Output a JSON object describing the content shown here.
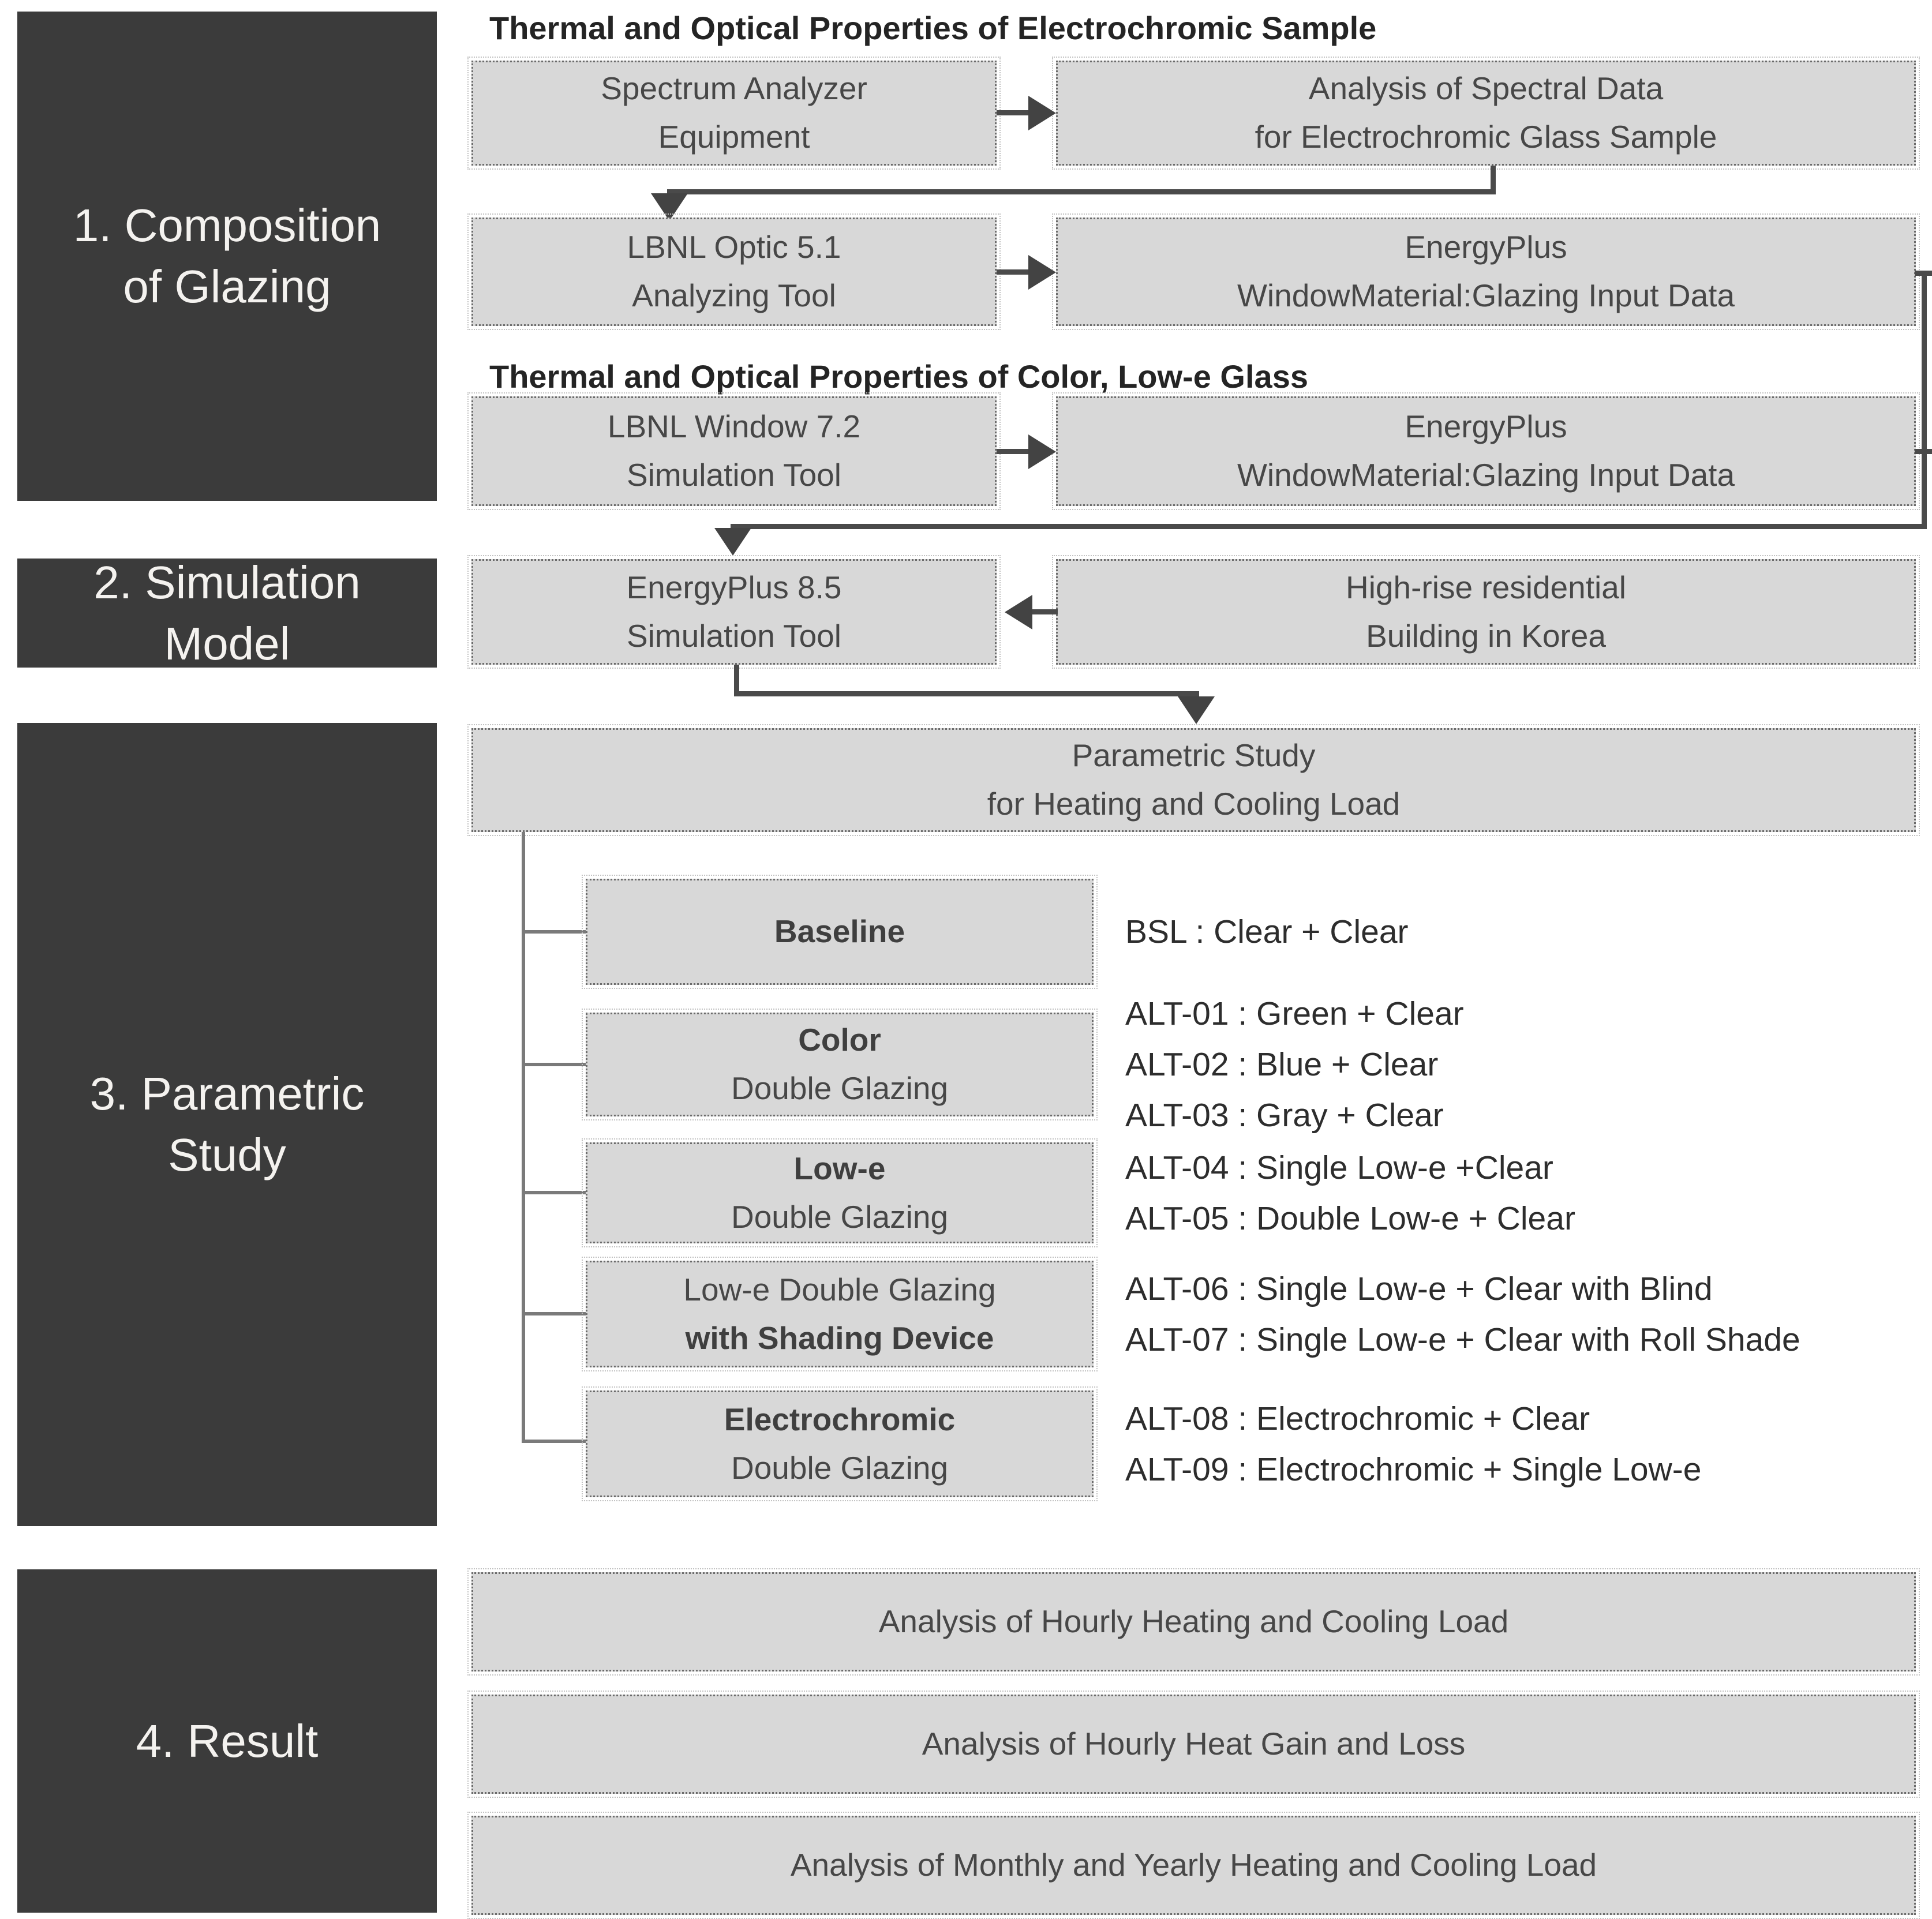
{
  "colors": {
    "sidebar_bg": "#3b3b3b",
    "box_fill": "#d8d8d8",
    "connector": "#4a4a4a"
  },
  "sidebar": {
    "steps": [
      [
        "1. Composition",
        "of Glazing"
      ],
      [
        "2. Simulation",
        "Model"
      ],
      [
        "3. Parametric",
        "Study"
      ],
      [
        "4. Result"
      ]
    ]
  },
  "flow": {
    "header_electrochromic": "Thermal and Optical Properties of Electrochromic Sample",
    "header_color_lowe": "Thermal and Optical Properties of Color, Low-e Glass",
    "spectrum": [
      "Spectrum Analyzer",
      "Equipment"
    ],
    "spectral_analysis": [
      "Analysis of Spectral Data",
      "for Electrochromic Glass Sample"
    ],
    "optic": [
      "LBNL Optic 5.1",
      "Analyzing Tool"
    ],
    "eplus_input_1": [
      "EnergyPlus",
      "WindowMaterial:Glazing Input Data"
    ],
    "window": [
      "LBNL Window 7.2",
      "Simulation Tool"
    ],
    "eplus_input_2": [
      "EnergyPlus",
      "WindowMaterial:Glazing Input Data"
    ],
    "eplus85": [
      "EnergyPlus 8.5",
      "Simulation Tool"
    ],
    "building": [
      "High-rise residential",
      "Building in Korea"
    ],
    "parametric": [
      "Parametric Study",
      "for Heating and Cooling Load"
    ]
  },
  "categories": [
    {
      "title": [
        "Baseline"
      ],
      "alts": [
        "BSL : Clear + Clear"
      ]
    },
    {
      "title": [
        "Color",
        "Double Glazing"
      ],
      "alts": [
        "ALT-01 : Green + Clear",
        "ALT-02 : Blue + Clear",
        "ALT-03 : Gray + Clear"
      ]
    },
    {
      "title": [
        "Low-e",
        "Double Glazing"
      ],
      "alts": [
        "ALT-04 : Single Low-e +Clear",
        "ALT-05 : Double Low-e + Clear"
      ]
    },
    {
      "title": [
        "Low-e Double Glazing",
        "with Shading Device"
      ],
      "alts": [
        "ALT-06 : Single Low-e + Clear with Blind",
        "ALT-07 : Single Low-e + Clear with Roll Shade"
      ]
    },
    {
      "title": [
        "Electrochromic",
        "Double Glazing"
      ],
      "alts": [
        "ALT-08 : Electrochromic + Clear",
        "ALT-09 : Electrochromic + Single Low-e"
      ]
    }
  ],
  "results": [
    "Analysis of Hourly Heating and Cooling Load",
    "Analysis of Hourly Heat Gain and Loss",
    "Analysis of Monthly and Yearly Heating and Cooling Load"
  ]
}
